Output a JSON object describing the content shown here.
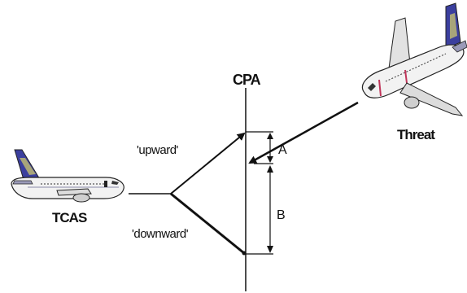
{
  "labels": {
    "cpa": "CPA",
    "threat": "Threat",
    "tcas": "TCAS",
    "upward": "'upward'",
    "downward": "'downward'",
    "distance_a": "A",
    "distance_b": "B"
  },
  "colors": {
    "line": "#111111",
    "fuselage": "#f2f2f2",
    "tail": "#3b3f9e",
    "tail_accent": "#d7d26b",
    "stripe": "#c0355a"
  }
}
